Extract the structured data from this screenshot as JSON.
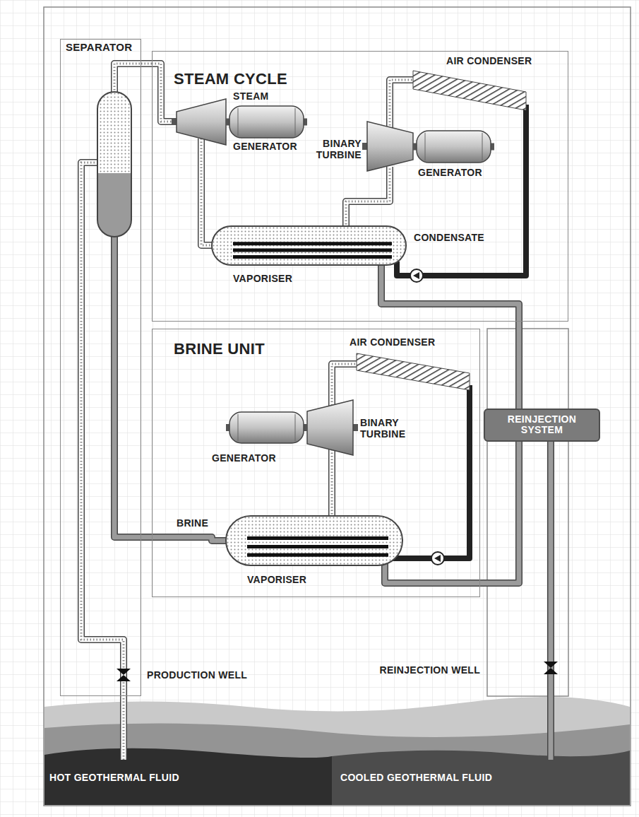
{
  "diagram": {
    "nodes": [
      {
        "text": [
          "SEPARATOR"
        ]
      },
      {
        "text": [
          "STEAM CYCLE"
        ]
      },
      {
        "text": [
          "BRINE UNIT"
        ]
      },
      {
        "text": [
          "REINJECTION SYSTEM"
        ]
      }
    ],
    "edges": [
      {
        "from": 0,
        "to": 1,
        "arrow": "none"
      },
      {
        "from": 0,
        "to": 2,
        "arrow": "none"
      },
      {
        "from": 1,
        "to": 3,
        "arrow": "none"
      },
      {
        "from": 2,
        "to": 3,
        "arrow": "none"
      }
    ],
    "labels": [
      "STEAM",
      "BINARY TURBINE",
      "GENERATOR",
      "GENERATOR",
      "AIR CONDENSER",
      "CONDENSATE",
      "VAPORISER",
      "AIR CONDENSER",
      "BINARY TURBINE",
      "GENERATOR",
      "BRINE",
      "VAPORISER",
      "PRODUCTION WELL",
      "REINJECTION WELL",
      "HOT GEOTHERMAL FLUID",
      "COOLED GEOTHERMAL FLUID"
    ]
  }
}
